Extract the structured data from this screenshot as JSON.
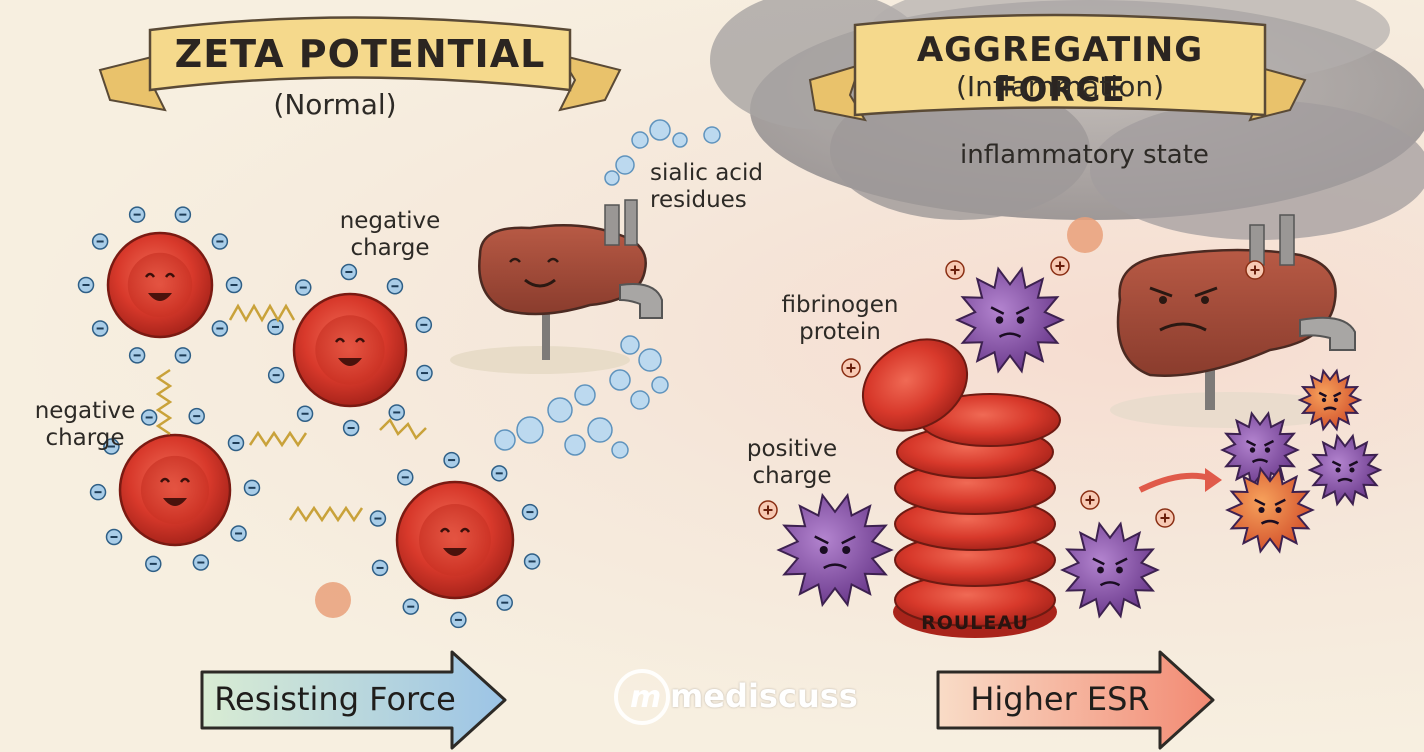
{
  "left_panel": {
    "title": "ZETA POTENTIAL",
    "subtitle": "(Normal)",
    "label_negative_1": "negative\ncharge",
    "label_negative_2": "negative\ncharge",
    "label_sialic": "sialic acid\nresidues",
    "arrow_label": "Resisting Force"
  },
  "right_panel": {
    "title": "AGGREGATING FORCE",
    "subtitle": "(Inflammation)",
    "label_state": "inflammatory state",
    "label_fibrinogen": "fibrinogen\nprotein",
    "label_positive": "positive\ncharge",
    "stack_label": "ROULEAU",
    "arrow_label": "Higher ESR"
  },
  "watermark": {
    "brand": "mediscuss",
    "logo_letter": "m"
  },
  "colors": {
    "rbc": "#d8392b",
    "negative_ion": "#6fa3c9",
    "positive_ion": "#e0643a",
    "fibrinogen": "#8a5aa8",
    "liver": "#9c4a3a",
    "ribbon": "#f5d98c"
  }
}
